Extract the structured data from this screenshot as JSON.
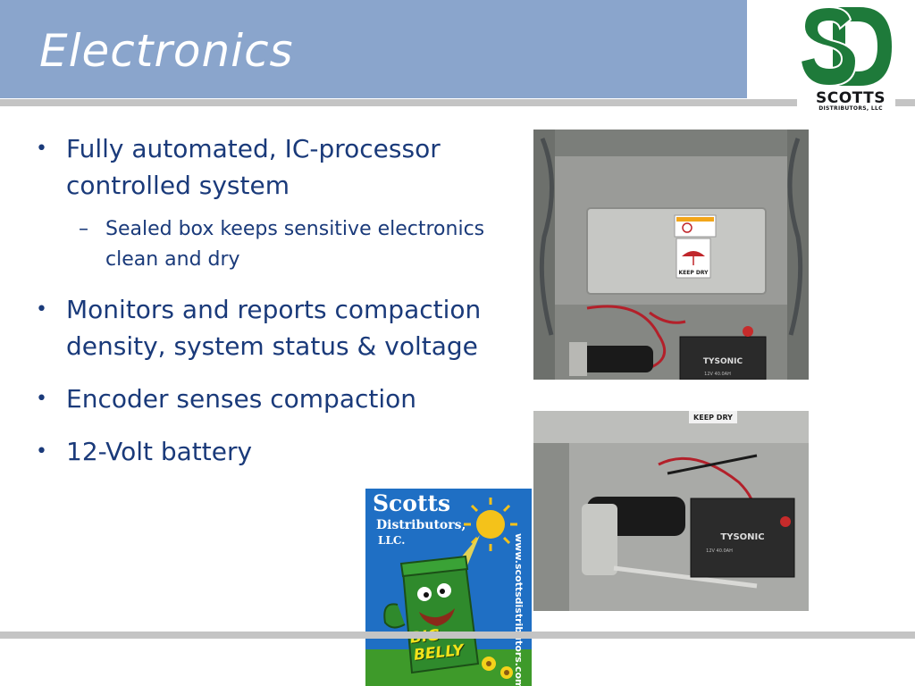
{
  "slide": {
    "title": "Electronics",
    "bullets": [
      {
        "text": "Fully automated, IC-processor controlled system",
        "sub": [
          "Sealed box keeps sensitive electronics clean and dry"
        ]
      },
      {
        "text": "Monitors and reports compaction density, system status & voltage",
        "sub": []
      },
      {
        "text": "Encoder senses compaction",
        "sub": []
      },
      {
        "text": "12-Volt battery",
        "sub": []
      }
    ]
  },
  "logo": {
    "word": "SCOTTS",
    "sub": "DISTRIBUTORS, LLC",
    "icon": "sd-monogram-logo",
    "color": "#1e7a3a"
  },
  "photos": {
    "top": {
      "label": "KEEP DRY",
      "battery_brand": "TYSONIC",
      "battery_spec": "12V 40.0AH"
    },
    "bottom": {
      "label": "KEEP DRY",
      "battery_brand": "TYSONIC",
      "battery_spec": "12V 40.0AH"
    }
  },
  "promo": {
    "brand": "Scotts",
    "sub": "Distributors,",
    "llc": "LLC.",
    "url": "www.scottsdistributors.com",
    "mascot_line1": "BIG",
    "mascot_line2": "BELLY"
  },
  "colors": {
    "title_bar": "#8aa5cc",
    "text": "#1a3a7a",
    "rule": "#c4c4c4",
    "brand_green": "#1e7a3a"
  }
}
